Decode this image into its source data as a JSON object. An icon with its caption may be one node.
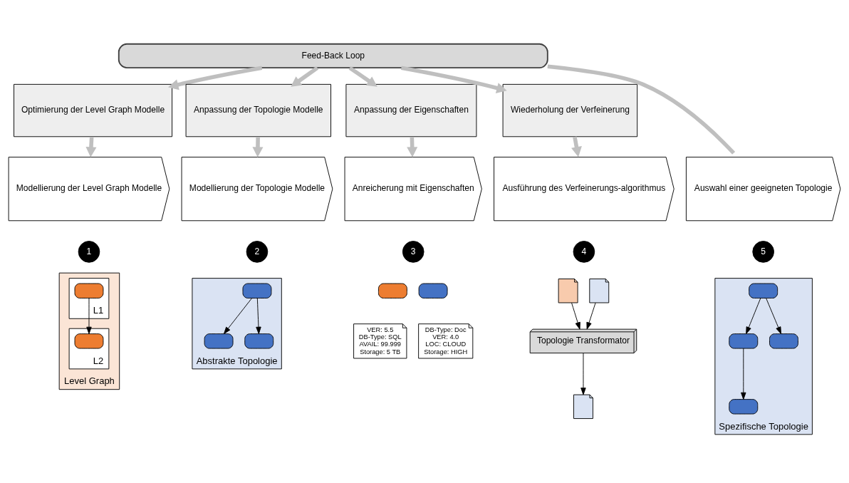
{
  "diagram": {
    "nodes": [
      {
        "text": [
          "Feed-Back Loop"
        ]
      },
      {
        "text": [
          "Optimierung der Level Graph Modelle"
        ]
      },
      {
        "text": [
          "Anpassung der Topologie Modelle"
        ]
      },
      {
        "text": [
          "Anpassung der Eigenschaften"
        ]
      },
      {
        "text": [
          "Wiederholung der Verfeinerung"
        ]
      },
      {
        "text": [
          "Modellierung der Level Graph Modelle"
        ]
      },
      {
        "text": [
          "Modellierung der Topologie Modelle"
        ]
      },
      {
        "text": [
          "Anreicherung mit Eigenschaften"
        ]
      },
      {
        "text": [
          "Ausführung des Verfeinerungs-algorithmus"
        ]
      },
      {
        "text": [
          "Auswahl einer geeigneten Topologie"
        ]
      },
      {
        "text": [
          "1"
        ]
      },
      {
        "text": [
          "2"
        ]
      },
      {
        "text": [
          "3"
        ]
      },
      {
        "text": [
          "4"
        ]
      },
      {
        "text": [
          "5"
        ]
      },
      {
        "text": [
          "Level Graph"
        ]
      },
      {
        "text": [
          "L1"
        ],
        "in": 15
      },
      {
        "text": [
          "L2"
        ],
        "in": 15
      },
      {
        "text": [],
        "shape": "box",
        "in": 16
      },
      {
        "text": [],
        "shape": "box",
        "in": 17
      },
      {
        "text": [
          "Abstrakte Topologie"
        ]
      },
      {
        "text": [],
        "shape": "box",
        "in": 20
      },
      {
        "text": [],
        "shape": "box",
        "in": 20
      },
      {
        "text": [],
        "shape": "box",
        "in": 20
      },
      {
        "text": [],
        "shape": "box"
      },
      {
        "text": [
          "VER: 5.5",
          "DB-Type: SQL",
          "AVAIL: 99.999",
          "Storage: 5 TB"
        ]
      },
      {
        "text": [],
        "shape": "box"
      },
      {
        "text": [
          "DB-Type: Doc",
          "VER: 4.0",
          "LOC: CLOUD",
          "Storage: HIGH"
        ]
      },
      {
        "text": [],
        "shape": "document"
      },
      {
        "text": [],
        "shape": "document"
      },
      {
        "text": [
          "Topologie Transformator"
        ]
      },
      {
        "text": [],
        "shape": "document"
      },
      {
        "text": [
          "Spezifische Topologie"
        ]
      },
      {
        "text": [],
        "shape": "box",
        "in": 32
      },
      {
        "text": [],
        "shape": "box",
        "in": 32
      },
      {
        "text": [],
        "shape": "box",
        "in": 32
      },
      {
        "text": [],
        "shape": "box",
        "in": 32
      }
    ],
    "edges": [
      {
        "from": 9,
        "to": 0,
        "arrow": "none",
        "style": "thick",
        "color": "#bfbfbf"
      },
      {
        "from": 0,
        "to": 1,
        "arrow": "to",
        "style": "thick",
        "color": "#bfbfbf"
      },
      {
        "from": 0,
        "to": 2,
        "arrow": "to",
        "style": "thick",
        "color": "#bfbfbf"
      },
      {
        "from": 0,
        "to": 3,
        "arrow": "to",
        "style": "thick",
        "color": "#bfbfbf"
      },
      {
        "from": 0,
        "to": 4,
        "arrow": "to",
        "style": "thick",
        "color": "#bfbfbf"
      },
      {
        "from": 1,
        "to": 5,
        "arrow": "to",
        "style": "thick",
        "color": "#bfbfbf"
      },
      {
        "from": 2,
        "to": 6,
        "arrow": "to",
        "style": "thick",
        "color": "#bfbfbf"
      },
      {
        "from": 3,
        "to": 7,
        "arrow": "to",
        "style": "thick",
        "color": "#bfbfbf"
      },
      {
        "from": 4,
        "to": 8,
        "arrow": "to",
        "style": "thick",
        "color": "#bfbfbf"
      },
      {
        "from": 18,
        "to": 19,
        "arrow": "to",
        "color": "#000000"
      },
      {
        "from": 21,
        "to": 22,
        "arrow": "to",
        "color": "#000000"
      },
      {
        "from": 21,
        "to": 23,
        "arrow": "to",
        "color": "#000000"
      },
      {
        "from": 28,
        "to": 30,
        "arrow": "to",
        "color": "#000000"
      },
      {
        "from": 29,
        "to": 30,
        "arrow": "to",
        "color": "#000000"
      },
      {
        "from": 30,
        "to": 31,
        "arrow": "to",
        "color": "#000000"
      },
      {
        "from": 33,
        "to": 34,
        "arrow": "to",
        "color": "#000000"
      },
      {
        "from": 33,
        "to": 35,
        "arrow": "to",
        "color": "#000000"
      },
      {
        "from": 34,
        "to": 36,
        "arrow": "to",
        "color": "#000000"
      }
    ]
  }
}
